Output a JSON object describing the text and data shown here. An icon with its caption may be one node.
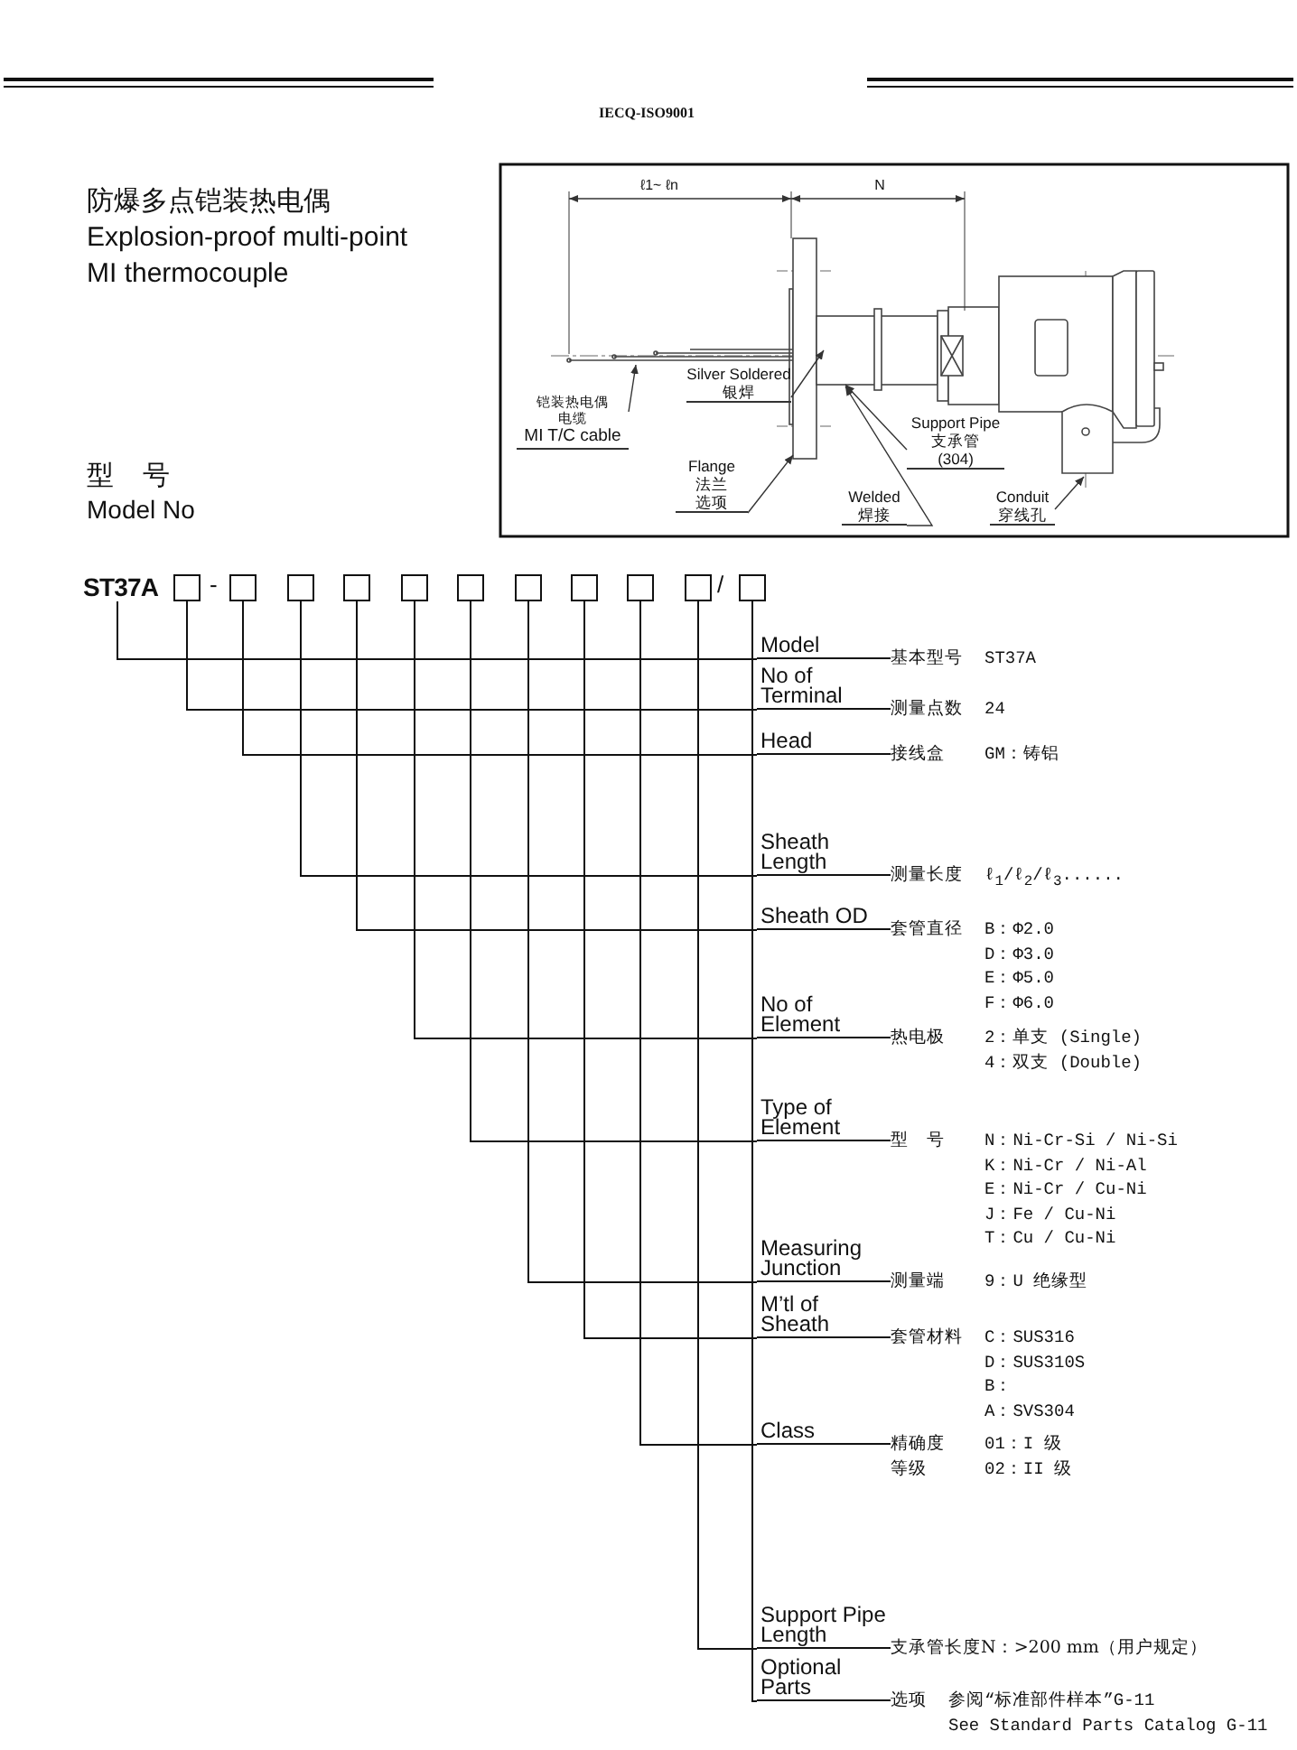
{
  "diagram": {
    "title": "防爆多点铠装热电偶",
    "nodes": [
      {
        "text": [
          "铠装热电偶电缆",
          "MI T/C cable"
        ]
      },
      {
        "text": [
          "Silver Soldered",
          "银焊"
        ]
      },
      {
        "text": [
          "Support Pipe",
          "支承管",
          "(304)"
        ]
      },
      {
        "text": [
          "Flange",
          "法兰",
          "选项"
        ]
      },
      {
        "text": [
          "Welded",
          "焊接"
        ]
      },
      {
        "text": [
          "Conduit",
          "穿线孔"
        ]
      },
      {
        "text": [
          "ST37A"
        ]
      },
      {
        "text": [],
        "shape": "box"
      },
      {
        "text": [],
        "shape": "box"
      },
      {
        "text": [],
        "shape": "box"
      },
      {
        "text": [],
        "shape": "box"
      },
      {
        "text": [],
        "shape": "box"
      },
      {
        "text": [],
        "shape": "box"
      },
      {
        "text": [],
        "shape": "box"
      },
      {
        "text": [],
        "shape": "box"
      },
      {
        "text": [],
        "shape": "box"
      },
      {
        "text": [],
        "shape": "box"
      },
      {
        "text": [],
        "shape": "box"
      },
      {
        "text": [
          "Model"
        ],
        "beside": [
          "基本型号",
          "ST37A"
        ]
      },
      {
        "text": [
          "No of Terminal"
        ],
        "beside": [
          "测量点数",
          "24"
        ]
      },
      {
        "text": [
          "Head"
        ],
        "beside": [
          "接线盒",
          "GM：铸铝"
        ]
      },
      {
        "text": [
          "Sheath Length"
        ],
        "beside": [
          "测量长度",
          "ℓ$_{1}$/ℓ$_{2}$/ℓ$_{3}$......"
        ]
      },
      {
        "text": [
          "Sheath OD"
        ],
        "beside": [
          "套管直径",
          "B：Φ2.0",
          "D：Φ3.0",
          "E：Φ5.0",
          "F：Φ6.0"
        ]
      },
      {
        "text": [
          "No of Element"
        ],
        "beside": [
          "热电极",
          "2：单支 (Single)",
          "4：双支 (Double)"
        ]
      },
      {
        "text": [
          "Type of Element"
        ],
        "beside": [
          "型　号",
          "N：Ni-Cr-Si / Ni-Si",
          "K：Ni-Cr / Ni-Al",
          "E：Ni-Cr / Cu-Ni",
          "J：Fe / Cu-Ni",
          "T：Cu / Cu-Ni"
        ]
      },
      {
        "text": [
          "Measuring Junction"
        ],
        "beside": [
          "测量端",
          "9：U 绝缘型"
        ]
      },
      {
        "text": [
          "M’tl of Sheath"
        ],
        "beside": [
          "套管材料",
          "C：SUS316",
          "D：SUS310S",
          "B：",
          "A：SVS304"
        ]
      },
      {
        "text": [
          "Class"
        ],
        "beside": [
          "精确度",
          "01：I 级",
          "等级",
          "02：II 级"
        ]
      },
      {
        "text": [
          "Support Pipe Length"
        ],
        "beside": [
          "支承管长度N：>200 mm（用户规定）"
        ]
      },
      {
        "text": [
          "Optional Parts"
        ],
        "beside": [
          "选项",
          "参阅“标准部件样本”G-11",
          "See Standard Parts Catalog G-11"
        ]
      }
    ],
    "edges": [
      {
        "from": 0,
        "to": null,
        "arrow": "to"
      },
      {
        "from": 1,
        "to": null,
        "arrow": "to"
      },
      {
        "from": 2,
        "to": null,
        "arrow": "to"
      },
      {
        "from": 3,
        "to": null,
        "arrow": "to"
      },
      {
        "from": 4,
        "to": null,
        "arrow": "to"
      },
      {
        "from": 5,
        "to": null,
        "arrow": "to"
      },
      {
        "from": 6,
        "to": 18,
        "arrow": "none"
      },
      {
        "from": 7,
        "to": 19,
        "arrow": "none"
      },
      {
        "from": 8,
        "to": 20,
        "arrow": "none"
      },
      {
        "from": 9,
        "to": 21,
        "arrow": "none"
      },
      {
        "from": 10,
        "to": 22,
        "arrow": "none"
      },
      {
        "from": 11,
        "to": 23,
        "arrow": "none"
      },
      {
        "from": 12,
        "to": 24,
        "arrow": "none"
      },
      {
        "from": 13,
        "to": 25,
        "arrow": "none"
      },
      {
        "from": 14,
        "to": 26,
        "arrow": "none"
      },
      {
        "from": 15,
        "to": 27,
        "arrow": "none"
      },
      {
        "from": 16,
        "to": 28,
        "arrow": "none"
      },
      {
        "from": 17,
        "to": 29,
        "arrow": "none"
      }
    ],
    "labels": [
      "IECQ-ISO9001",
      "Explosion-proof multi-point MI thermocouple",
      "ℓ1~ ℓn",
      "N",
      "型 号",
      "Model No",
      "-",
      "/"
    ]
  }
}
